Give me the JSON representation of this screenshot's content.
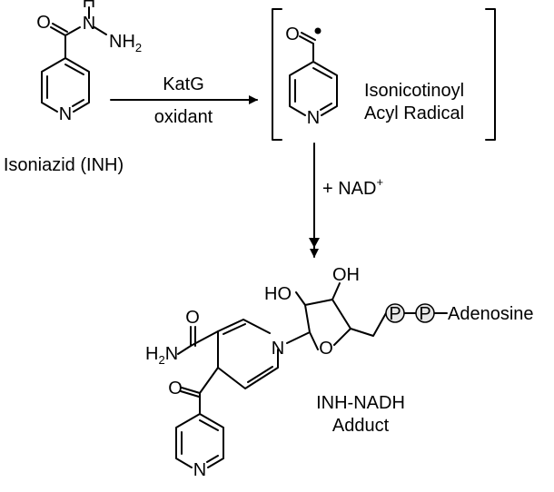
{
  "reactant": {
    "name": "Isoniazid (INH)",
    "atoms": {
      "carbonyl_o": "O",
      "h": "H",
      "nh": "N",
      "nh2": "NH",
      "nh2_sub": "2",
      "ring_n": "N"
    }
  },
  "step1": {
    "reagent": "KatG",
    "condition": "oxidant"
  },
  "intermediate": {
    "name_line1": "Isonicotinoyl",
    "name_line2": "Acyl Radical",
    "atoms": {
      "carbonyl_o": "O",
      "ring_n": "N"
    }
  },
  "step2": {
    "reagent": "+ NAD",
    "superscript": "+"
  },
  "product": {
    "name_line1": "INH-NADH",
    "name_line2": "Adduct",
    "atoms": {
      "oh_left": "HO",
      "oh_right": "OH",
      "ring_o": "O",
      "ring_n": "N",
      "amide_o": "O",
      "amide_n_prefix": "H",
      "amide_n_sub": "2",
      "amide_n_suffix": "N",
      "ketone_o": "O",
      "pyridine_n": "N",
      "phosphate_1": "P",
      "phosphate_2": "P",
      "adenosine": "Adenosine"
    }
  },
  "colors": {
    "ink": "#000000",
    "background": "#ffffff"
  }
}
